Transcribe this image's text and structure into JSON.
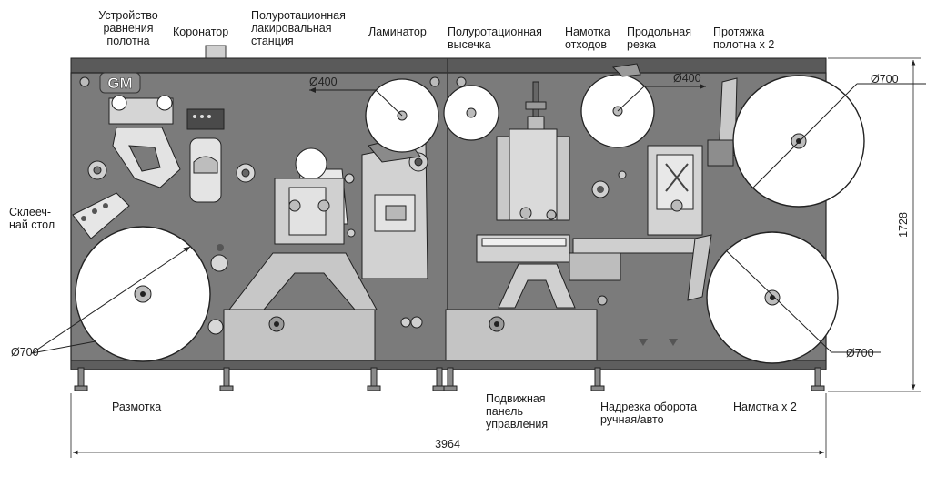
{
  "labels": {
    "web_guide": "Устройство\nравнения\nполотна",
    "corona": "Коронатор",
    "varnish": "Полуротационная\nлакировальная\nстанция",
    "laminator": "Ламинатор",
    "die_cut": "Полуротационная\nвысечка",
    "waste_rewind": "Намотка\nотходов",
    "slitting": "Продольная\nрезка",
    "web_pull": "Протяжка\nполотна x 2",
    "splice_table": "Склееч-\nнай стол",
    "unwind": "Размотка",
    "control_panel": "Подвижная\nпанель\nуправления",
    "notch": "Надрезка оборота\nручная/авто",
    "rewind": "Намотка x 2"
  },
  "dimensions": {
    "width": "3964",
    "height": "1728",
    "d_unwind": "Ø700",
    "d_laminator": "Ø400",
    "d_waste": "Ø400",
    "d_rewind_top": "Ø700",
    "d_rewind_bottom": "Ø700"
  },
  "logo_text": "GM",
  "colors": {
    "frame": "#7b7b7b",
    "frame_dark": "#4d4d4d",
    "panel": "#c4c4c4",
    "part": "#dadada",
    "roll": "#ffffff",
    "line": "#1e1e1e"
  }
}
